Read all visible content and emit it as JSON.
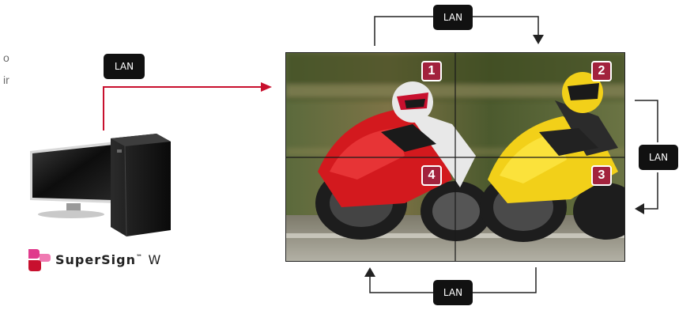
{
  "clipped_text": {
    "line1": "o",
    "line2": "ir"
  },
  "lan": {
    "pc_link": "LAN",
    "top_link": "LAN",
    "right_link": "LAN",
    "bottom_link": "LAN"
  },
  "video_wall": {
    "tiles": [
      {
        "position": "top-left",
        "number": "1"
      },
      {
        "position": "top-right",
        "number": "2"
      },
      {
        "position": "bottom-right",
        "number": "3"
      },
      {
        "position": "bottom-left",
        "number": "4"
      }
    ]
  },
  "logo": {
    "brand": "SuperSign",
    "trademark": "™",
    "suffix": "W"
  },
  "colors": {
    "accent_red": "#c8102e",
    "badge_red": "#a2223d",
    "badge_black": "#111111",
    "line_black": "#222222"
  }
}
